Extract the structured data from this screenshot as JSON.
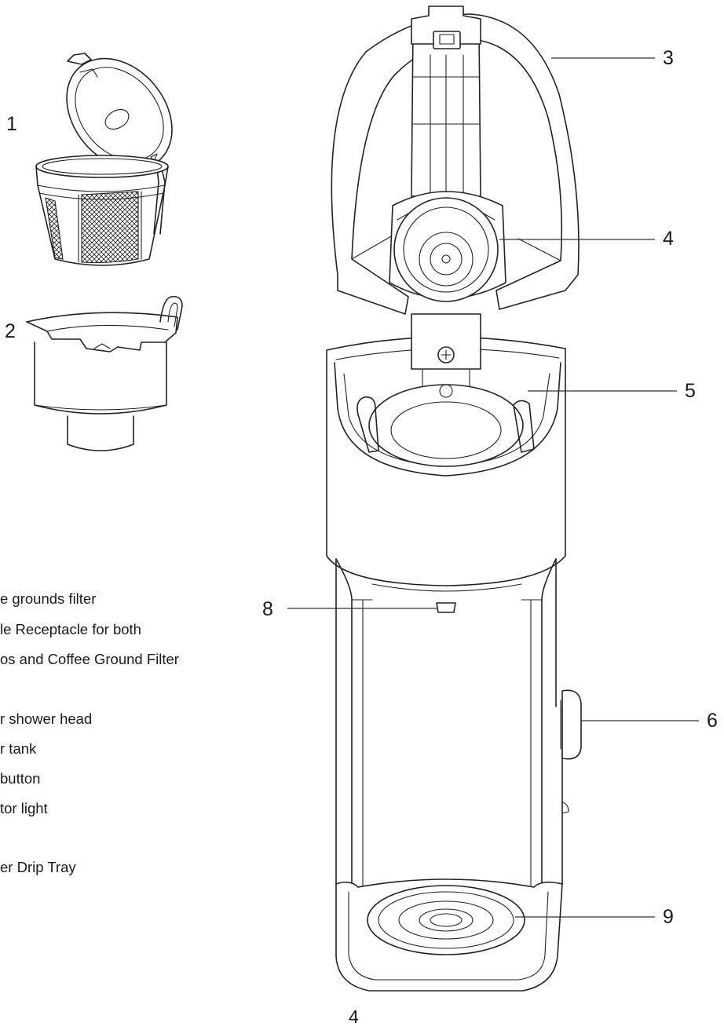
{
  "callouts": {
    "c1": "1",
    "c2": "2",
    "c3": "3",
    "c4": "4",
    "c5": "5",
    "c6": "6",
    "c8": "8",
    "c9": "9"
  },
  "legend": [
    "e grounds filter",
    "le Receptacle for both",
    "os and Coffee Ground Filter",
    "r shower head",
    "r tank",
    "button",
    "tor light",
    "er Drip Tray"
  ],
  "page_number": "4"
}
